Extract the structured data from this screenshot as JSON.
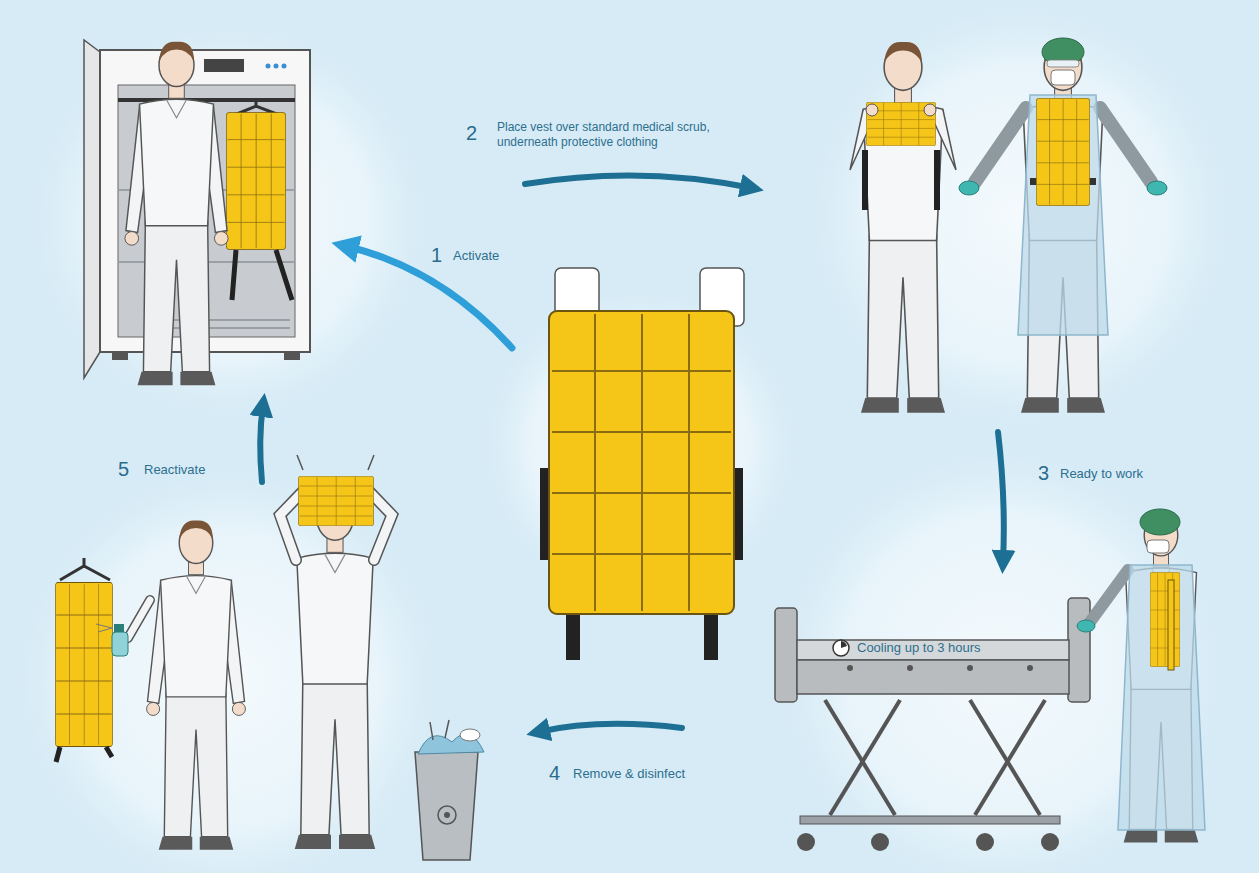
{
  "diagram": {
    "labels": [
      "1",
      "Activate",
      "2",
      "Place vest over standard medical scrub, underneath protective clothing",
      "3",
      "Ready to work",
      "Cooling up to 3 hours",
      "4",
      "Remove & disinfect",
      "5",
      "Reactivate"
    ]
  }
}
